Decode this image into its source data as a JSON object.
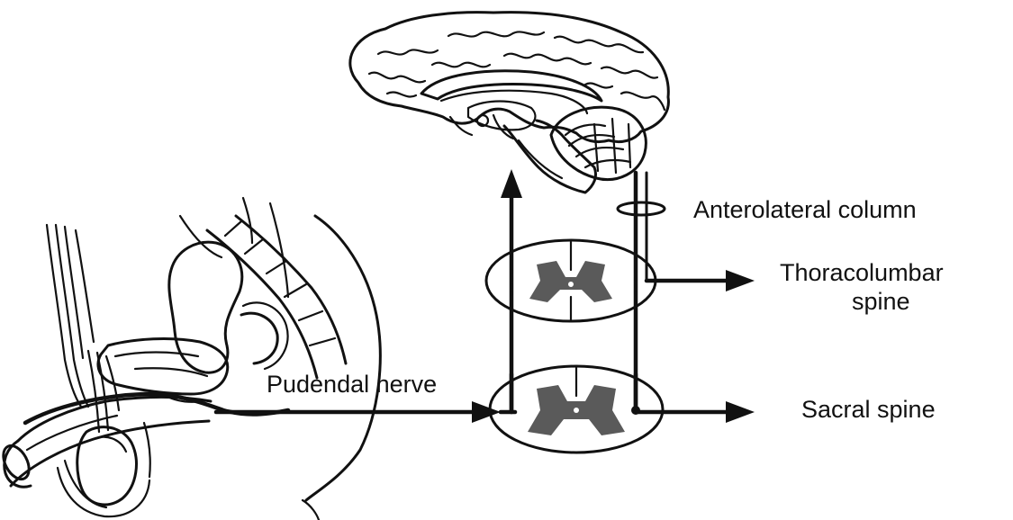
{
  "labels": {
    "anterolateral_column": "Anterolateral column",
    "thoracolumbar_line1": "Thoracolumbar",
    "thoracolumbar_line2": "spine",
    "pudendal_nerve": "Pudendal nerve",
    "sacral_spine": "Sacral spine"
  },
  "colors": {
    "ink": "#111111",
    "gray_matter": "#5a5a5a",
    "background": "#ffffff"
  }
}
